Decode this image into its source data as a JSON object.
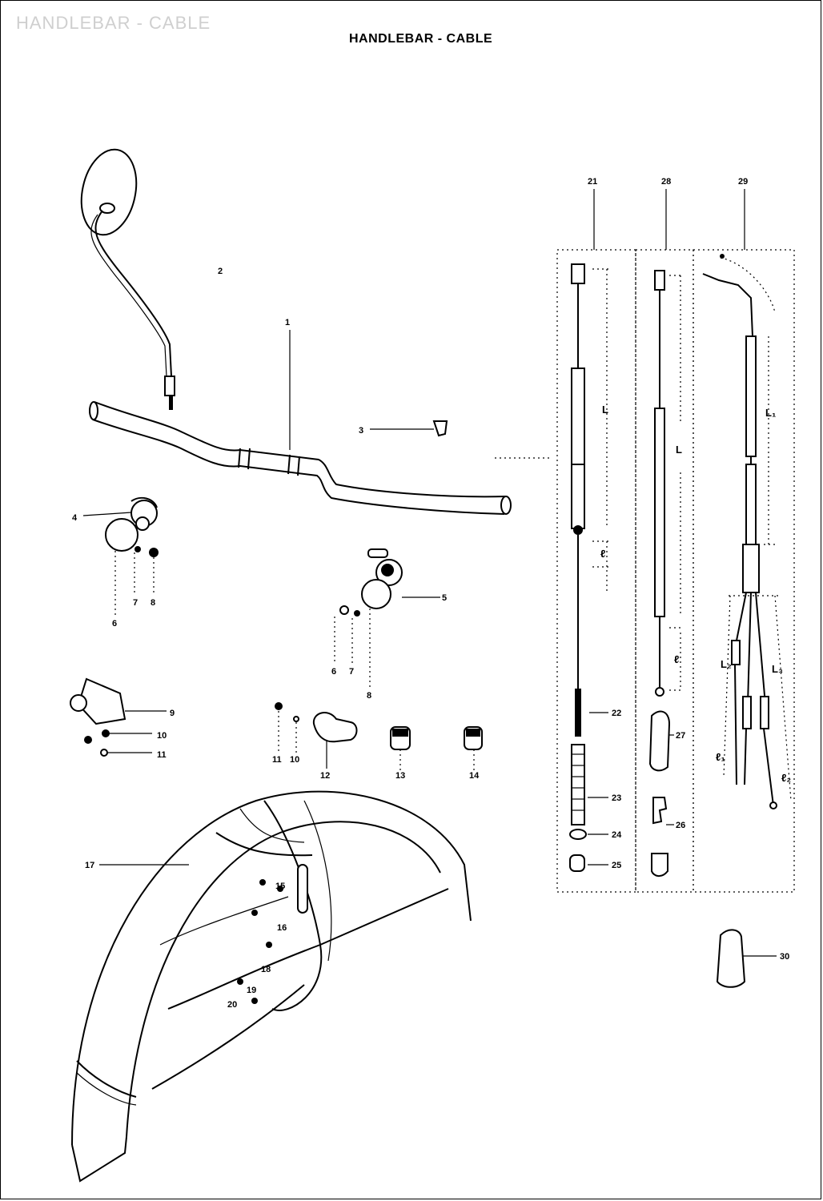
{
  "header": {
    "ghost_title": "HANDLEBAR - CABLE",
    "title": "HANDLEBAR - CABLE"
  },
  "callouts": {
    "c1": "1",
    "c2": "2",
    "c3": "3",
    "c4": "4",
    "c5": "5",
    "c6a": "6",
    "c6b": "6",
    "c7a": "7",
    "c7b": "7",
    "c8a": "8",
    "c8b": "8",
    "c9": "9",
    "c10a": "10",
    "c10b": "10",
    "c11a": "11",
    "c11b": "11",
    "c12": "12",
    "c13": "13",
    "c14": "14",
    "c15": "15",
    "c16": "16",
    "c17": "17",
    "c18": "18",
    "c19": "19",
    "c20": "20",
    "c21": "21",
    "c22": "22",
    "c23": "23",
    "c24": "24",
    "c25": "25",
    "c26": "26",
    "c27": "27",
    "c28": "28",
    "c29": "29",
    "c30": "30"
  },
  "dimensions": {
    "L_21": "L",
    "l_21": "ℓ",
    "L_28": "L",
    "l_28": "ℓ",
    "L1_29": "L₁",
    "L2_29": "L₂",
    "L3_29": "L₃",
    "l1_29": "ℓ₁",
    "l2_29": "ℓ₂"
  }
}
